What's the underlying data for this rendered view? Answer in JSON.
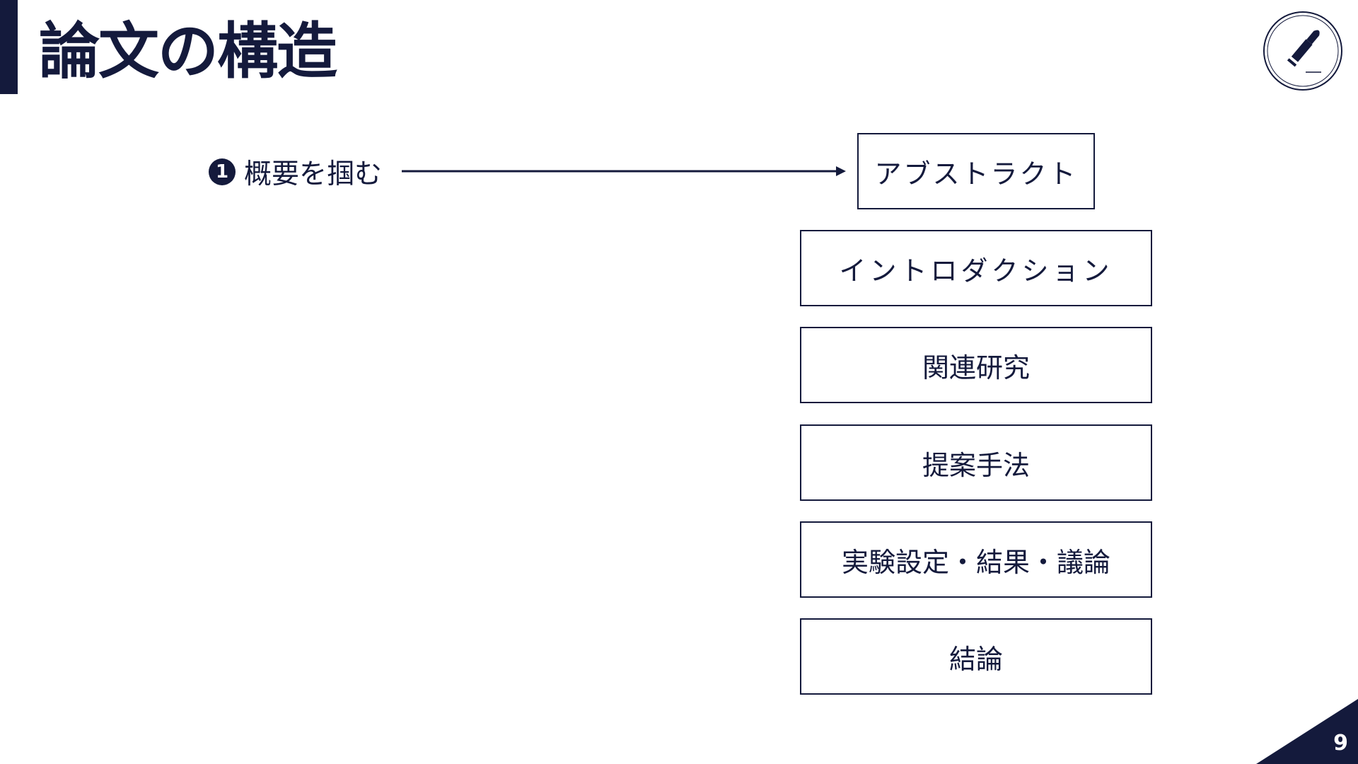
{
  "slide": {
    "title": "論文の構造",
    "page_number": "9"
  },
  "step": {
    "badge": "1",
    "text": "概要を掴む"
  },
  "sections": {
    "abstract": "アブストラクト",
    "introduction": "イントロダクション",
    "related_work": "関連研究",
    "proposed_method": "提案手法",
    "experiments": "実験設定・結果・議論",
    "conclusion": "結論"
  },
  "logo": {
    "icon": "bullet-icon"
  },
  "colors": {
    "primary": "#141a3c",
    "background": "#ffffff"
  }
}
